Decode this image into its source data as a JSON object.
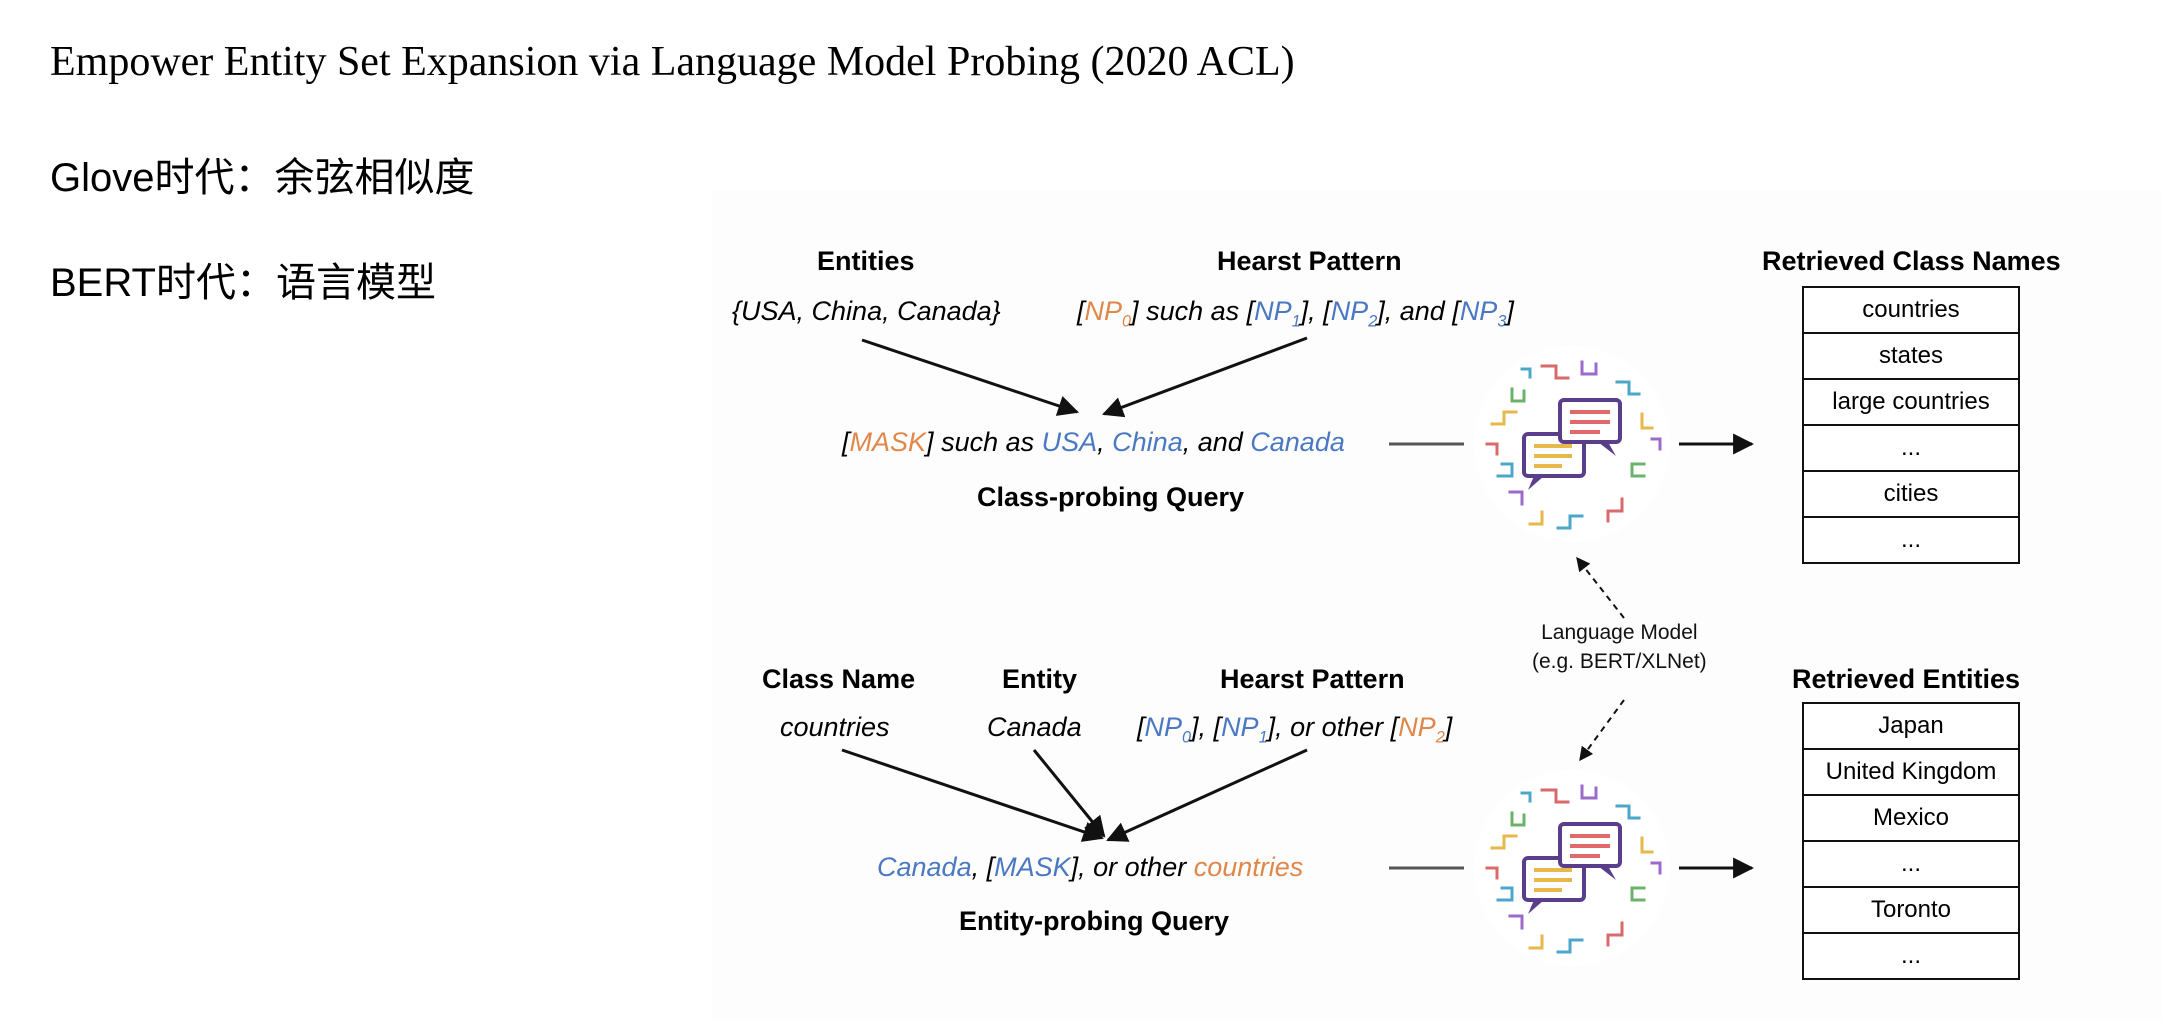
{
  "slide": {
    "title": "Empower Entity Set Expansion via Language Model Probing (2020 ACL)",
    "line2": "Glove时代：余弦相似度",
    "line3": "BERT时代：语言模型"
  },
  "top": {
    "entities_header": "Entities",
    "entities_value": "{USA, China, Canada}",
    "hearst_header": "Hearst Pattern",
    "hearst": {
      "np0": "NP",
      "np0_sub": "0",
      "such_as": " such as ",
      "np1": "NP",
      "np1_sub": "1",
      "np2": "NP",
      "np2_sub": "2",
      "and": ", and ",
      "np3": "NP",
      "np3_sub": "3"
    },
    "query": {
      "mask": "MASK",
      "such_as": " such as ",
      "usa": "USA",
      "china": "China",
      "and": ", and ",
      "canada": "Canada"
    },
    "query_label": "Class-probing Query"
  },
  "bottom": {
    "class_name_header": "Class Name",
    "class_name_value": "countries",
    "entity_header": "Entity",
    "entity_value": "Canada",
    "hearst_header": "Hearst Pattern",
    "hearst": {
      "np0": "NP",
      "np0_sub": "0",
      "np1": "NP",
      "np1_sub": "1",
      "or_other": ", or other ",
      "np2": "NP",
      "np2_sub": "2"
    },
    "query": {
      "canada": "Canada",
      "mask": "MASK",
      "or_other": ", or other ",
      "countries": "countries"
    },
    "query_label": "Entity-probing Query"
  },
  "language_model": {
    "line1": "Language Model",
    "line2": "(e.g. BERT/XLNet)"
  },
  "retrieved_class_names": {
    "header": "Retrieved Class Names",
    "items": [
      "countries",
      "states",
      "large countries",
      "...",
      "cities",
      "..."
    ]
  },
  "retrieved_entities": {
    "header": "Retrieved Entities",
    "items": [
      "Japan",
      "United Kingdom",
      "Mexico",
      "...",
      "Toronto",
      "..."
    ]
  },
  "colors": {
    "orange": "#e0874a",
    "blue": "#4a78c2",
    "purple": "#5a3e8c"
  }
}
